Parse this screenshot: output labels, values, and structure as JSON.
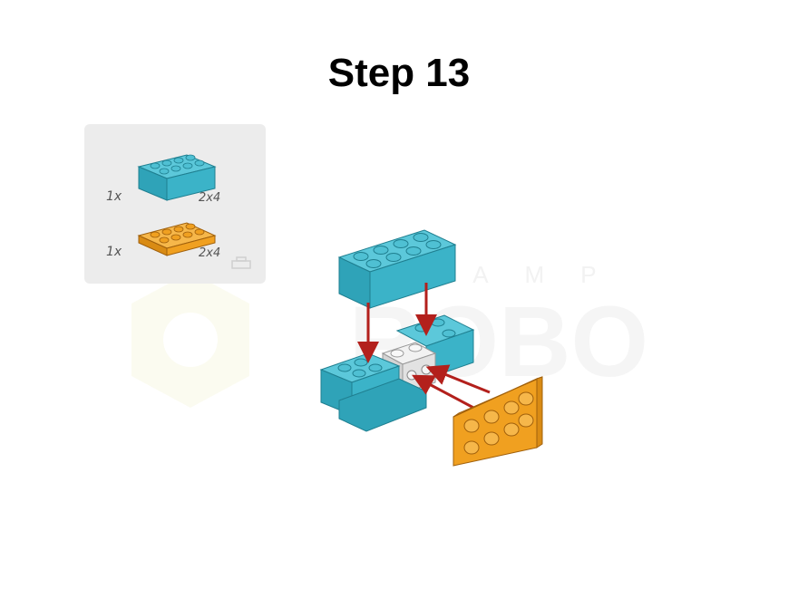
{
  "title": "Step 13",
  "parts": [
    {
      "qty": "1x",
      "size": "2x4",
      "color": "#3bb3c8",
      "kind": "brick"
    },
    {
      "qty": "1x",
      "size": "2x4",
      "color": "#f0a020",
      "kind": "plate"
    }
  ],
  "watermark": {
    "top_text": "CAMP",
    "main_text": "ROBO"
  },
  "colors": {
    "teal": "#3bb3c8",
    "orange": "#f0a020",
    "arrow": "#b3201c",
    "panel": "#ececec"
  }
}
